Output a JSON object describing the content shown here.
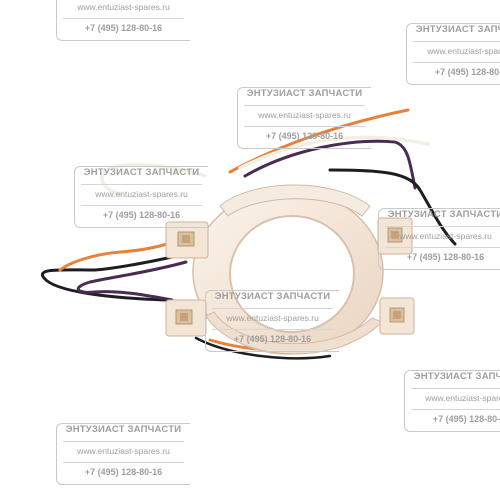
{
  "watermark": {
    "brand": "ЭНТУЗИАСТ ЗАПЧАСТИ",
    "url": "www.entuziast-spares.ru",
    "phone": "+7 (495) 128-80-16"
  },
  "colors": {
    "background": "#ffffff",
    "wire_orange": "#e8823a",
    "wire_purple": "#4a2c52",
    "wire_black": "#1e1e22",
    "wire_white": "#f4efe4",
    "plastic": "#f3e6d9",
    "watermark_text": "#9e9e9e"
  }
}
